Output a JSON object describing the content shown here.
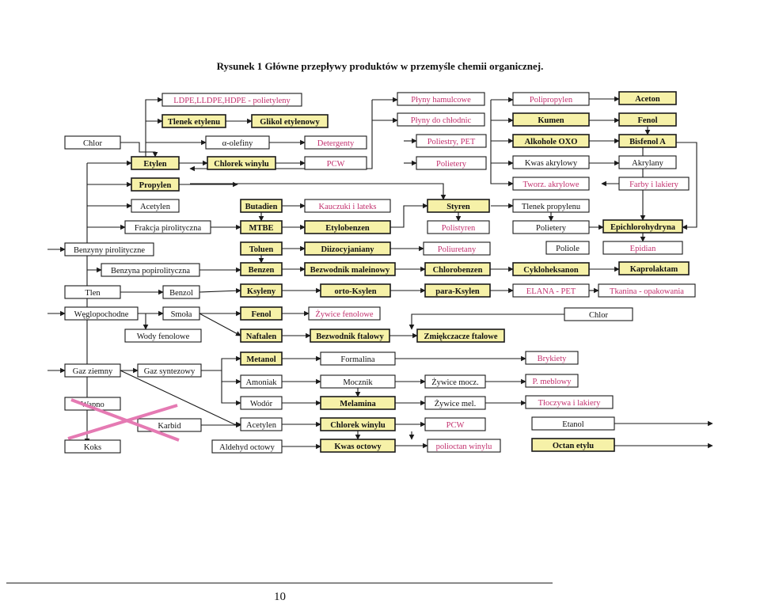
{
  "caption": "Rysunek 1 Główne przepływy produktów w przemyśle chemii organicznej.",
  "page_number": "10",
  "colors": {
    "highlight": "#f6f1a8",
    "pink_text": "#c2306d",
    "line": "#1a1a1a",
    "cross": "#e57ab3"
  },
  "nodes": {
    "chlor_left": "Chlor",
    "etylen": "Etylen",
    "propylen": "Propylen",
    "acetylen_top": "Acetylen",
    "frakcja": "Frakcja pirolityczna",
    "benzyny_pir": "Benzyny pirolityczne",
    "benzyna_popir": "Benzyna popirolityczna",
    "tlen": "Tlen",
    "benzol": "Benzol",
    "weglopochodne": "Węglopochodne",
    "smola": "Smoła",
    "wody_fenolowe": "Wody fenolowe",
    "gaz_ziemny": "Gaz ziemny",
    "gaz_syntezowy": "Gaz syntezowy",
    "wapno": "Wapno",
    "karbid": "Karbid",
    "koks": "Koks",
    "ldpe": "LDPE,LLDPE,HDPE - polietyleny",
    "tlenek_etylenu": "Tlenek etylenu",
    "glikol": "Glikol etylenowy",
    "olefiny": "α-olefiny",
    "detergenty": "Detergenty",
    "chlorek_winylu_top": "Chlorek winylu",
    "pcw_top": "PCW",
    "butadien": "Butadien",
    "kauczuki": "Kauczuki i lateks",
    "mtbe": "MTBE",
    "etylobenzen": "Etylobenzen",
    "toluen": "Toluen",
    "diizocyjaniany": "Diizocyjaniany",
    "benzen": "Benzen",
    "bezwodnik_mal": "Bezwodnik maleinowy",
    "ksyleny": "Ksyleny",
    "orto": "orto-Ksylen",
    "fenol_mid": "Fenol",
    "zywice_fen": "Żywice fenolowe",
    "naftalen": "Naftalen",
    "bezwodnik_ft": "Bezwodnik ftalowy",
    "zmiekczacze": "Zmiękczacze ftalowe",
    "metanol": "Metanol",
    "formalina": "Formalina",
    "brykiety": "Brykiety",
    "amoniak": "Amoniak",
    "mocznik": "Mocznik",
    "zywice_mocz": "Żywice mocz.",
    "p_meblowy": "P. meblowy",
    "wodor": "Wodór",
    "melamina": "Melamina",
    "zywice_mel": "Żywice mel.",
    "tloczywa": "Tłoczywa i lakiery",
    "acetylen_low": "Acetylen",
    "chlorek_winylu_low": "Chlorek winylu",
    "pcw_low": "PCW",
    "etanol": "Etanol",
    "aldehyd": "Aldehyd octowy",
    "kwas_octowy": "Kwas octowy",
    "polioctan": "polioctan winylu",
    "octan": "Octan etylu",
    "plyny_ham": "Płyny hamulcowe",
    "plyny_chl": "Płyny do chłodnic",
    "poliestry": "Poliestry, PET",
    "polietery_top": "Polietery",
    "styren": "Styren",
    "polistyren": "Polistyren",
    "poliuretany": "Poliuretany",
    "chlorobenzen": "Chlorobenzen",
    "para": "para-Ksylen",
    "polipropylen": "Polipropylen",
    "kumen": "Kumen",
    "alkohole": "Alkohole OXO",
    "kwas_akr": "Kwas akrylowy",
    "tworz": "Tworz. akrylowe",
    "tlenek_prop": "Tlenek propylenu",
    "polietery_r": "Polietery",
    "poliole": "Poliole",
    "cyklo": "Cykloheksanon",
    "elana": "ELANA - PET",
    "chlor_right": "Chlor",
    "aceton": "Aceton",
    "fenol_r": "Fenol",
    "bisfenol": "Bisfenol A",
    "akrylany": "Akrylany",
    "farby": "Farby i lakiery",
    "epichloro": "Epichlorohydryna",
    "epidian": "Epidian",
    "kaprolaktam": "Kaprolaktam",
    "tkanina": "Tkanina - opakowania"
  }
}
